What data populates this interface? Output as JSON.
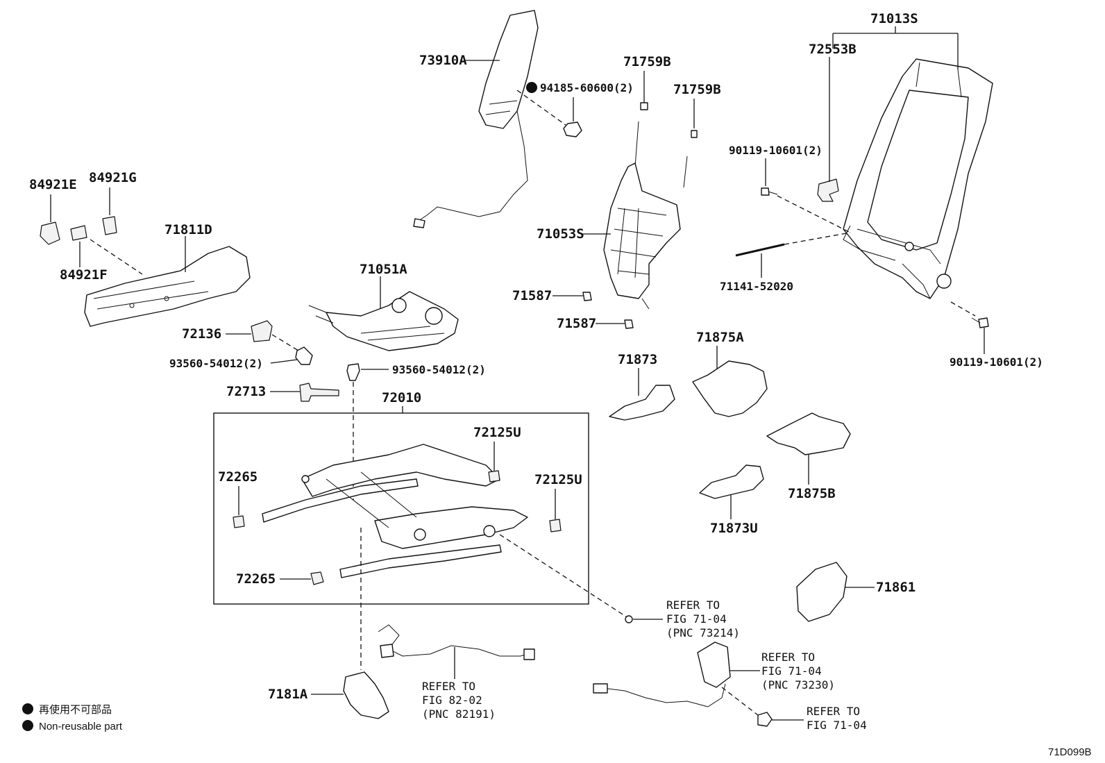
{
  "parts": {
    "p71013S": "71013S",
    "p72553B": "72553B",
    "p73910A": "73910A",
    "p94185": "94185-60600(2)",
    "p71759B_1": "71759B",
    "p71759B_2": "71759B",
    "p90119_a": "90119-10601(2)",
    "p90119_b": "90119-10601(2)",
    "p84921E": "84921E",
    "p84921G": "84921G",
    "p84921F": "84921F",
    "p71811D": "71811D",
    "p71051A": "71051A",
    "p71053S": "71053S",
    "p71141": "71141-52020",
    "p71587_1": "71587",
    "p71587_2": "71587",
    "p72136": "72136",
    "p93560_a": "93560-54012(2)",
    "p93560_b": "93560-54012(2)",
    "p72713": "72713",
    "p72010": "72010",
    "p71873": "71873",
    "p71875A": "71875A",
    "p71875B": "71875B",
    "p71873U": "71873U",
    "p72125U_1": "72125U",
    "p72125U_2": "72125U",
    "p72265_1": "72265",
    "p72265_2": "72265",
    "p71861": "71861",
    "p7181A": "7181A"
  },
  "refs": {
    "r1": [
      "REFER TO",
      "FIG 71-04",
      "(PNC 73214)"
    ],
    "r2": [
      "REFER TO",
      "FIG 71-04",
      "(PNC 73230)"
    ],
    "r3": [
      "REFER TO",
      "FIG 71-04"
    ],
    "r4": [
      "REFER TO",
      "FIG 82-02",
      "(PNC 82191)"
    ]
  },
  "legend": {
    "line1": "再使用不可部品",
    "line2": "Non-reusable part"
  },
  "figure_code": "71D099B"
}
